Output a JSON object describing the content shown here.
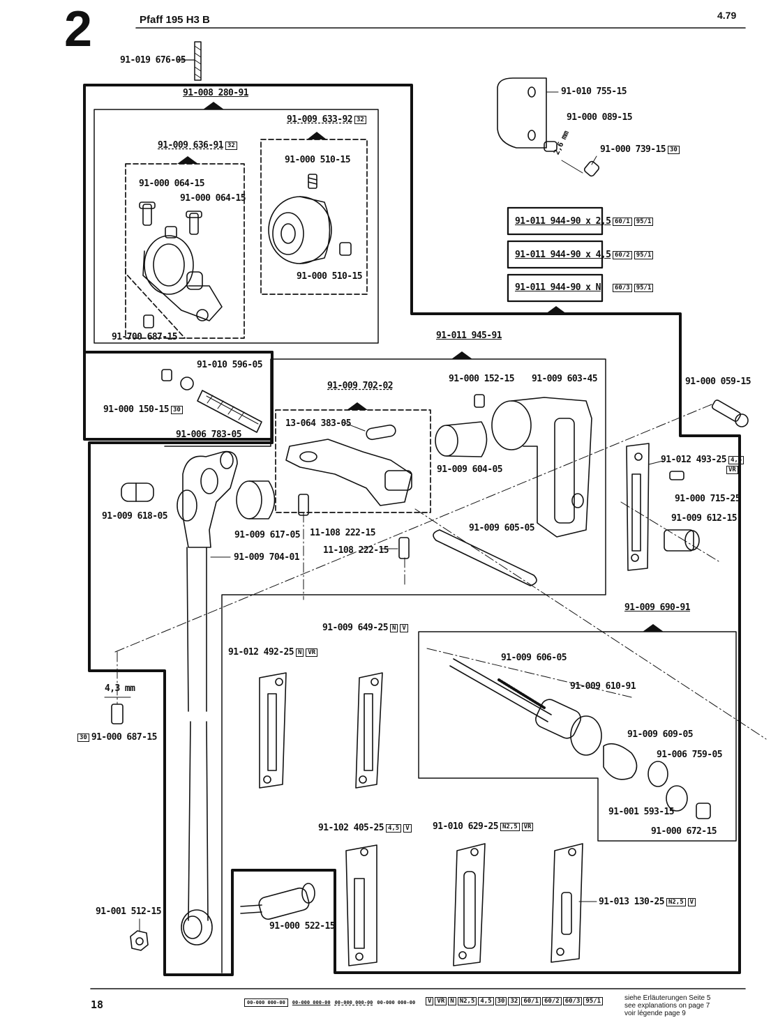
{
  "header": {
    "section_number": "2",
    "title": "Pfaff 195 H3 B",
    "date": "4.79",
    "page_number": "18"
  },
  "labels": {
    "p_019676": "91-019 676-05",
    "asm_008280": "91-008 280-91",
    "asm_009633": "91-009 633-92",
    "asm_009636": "91-009 636-91",
    "p_000510_a": "91-000 510-15",
    "p_000064_a": "91-000 064-15",
    "p_000064_b": "91-000 064-15",
    "p_000510_b": "91-000 510-15",
    "p_700687": "91-700 687-15",
    "p_010755": "91-010 755-15",
    "p_000089": "91-000 089-15",
    "p_000739": "91-000 739-15",
    "dim_26": "2,6 mm",
    "plate_25": "91-011 944-90 x 2,5",
    "plate_45": "91-011 944-90 x 4,5",
    "plate_n": "91-011 944-90 x N",
    "asm_011945": "91-011 945-91",
    "p_010596": "91-010 596-05",
    "p_000150": "91-000 150-15",
    "p_006783": "91-006 783-05",
    "asm_009702": "91-009 702-02",
    "p_064383": "13-064 383-05",
    "p_000152": "91-000 152-15",
    "p_009603": "91-009 603-45",
    "p_000059": "91-000 059-15",
    "p_012493": "91-012 493-25",
    "p_000715": "91-000 715-25",
    "p_009612": "91-009 612-15",
    "p_009604": "91-009 604-05",
    "p_009618": "91-009 618-05",
    "p_009617": "91-009 617-05",
    "p_108222_a": "11-108 222-15",
    "p_108222_b": "11-108 222-15",
    "p_009605": "91-009 605-05",
    "p_009704": "91-009 704-01",
    "asm_009690": "91-009 690-91",
    "p_009649": "91-009 649-25",
    "p_012492": "91-012 492-25",
    "p_009606": "91-009 606-05",
    "p_009610": "91-009 610-91",
    "dim_43": "4,3 mm",
    "p_000687": "91-000 687-15",
    "p_009609": "91-009 609-05",
    "p_006759": "91-006 759-05",
    "p_001593": "91-001 593-15",
    "p_000672": "91-000 672-15",
    "p_102405": "91-102 405-25",
    "p_010629": "91-010 629-25",
    "p_001512": "91-001 512-15",
    "p_000522": "91-000 522-15",
    "p_013130": "91-013 130-25"
  },
  "badges": {
    "b32": "32",
    "b30": "30",
    "b601": "60/1",
    "b602": "60/2",
    "b603": "60/3",
    "b951": "95/1",
    "b45": "4,5",
    "bVR": "VR",
    "bN": "N",
    "bV": "V",
    "bN25": "N2,5"
  },
  "legend": {
    "samples": [
      "00-000 000-00",
      "00-000 000-00",
      "00-000 000-00",
      "00-000 000-00"
    ],
    "badges": [
      "V",
      "VR",
      "N",
      "N2,5",
      "4,5",
      "30",
      "32",
      "60/1",
      "60/2",
      "60/3",
      "95/1"
    ],
    "note_de": "siehe Erläuterungen Seite 5",
    "note_en": "see explanations on page 7",
    "note_fr": "voir légende page 9"
  }
}
